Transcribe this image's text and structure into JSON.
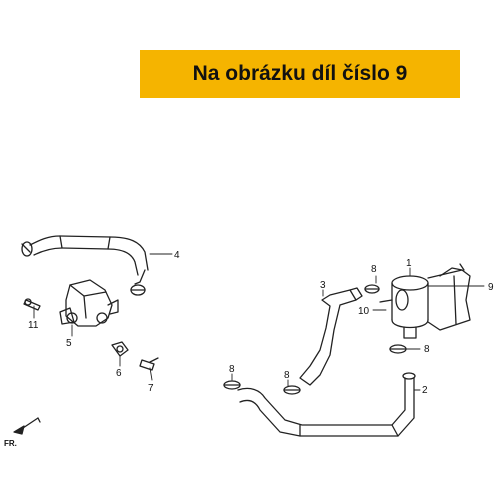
{
  "banner": {
    "text": "Na obrázku díl číslo 9",
    "color": "#f5b400"
  },
  "direction_label": "FR.",
  "callouts": {
    "c1": "1",
    "c2": "2",
    "c3": "3",
    "c4": "4",
    "c5": "5",
    "c6": "6",
    "c7": "7",
    "c8a": "8",
    "c8b": "8",
    "c8c": "8",
    "c8d": "8",
    "c9": "9",
    "c10": "10",
    "c11": "11"
  }
}
